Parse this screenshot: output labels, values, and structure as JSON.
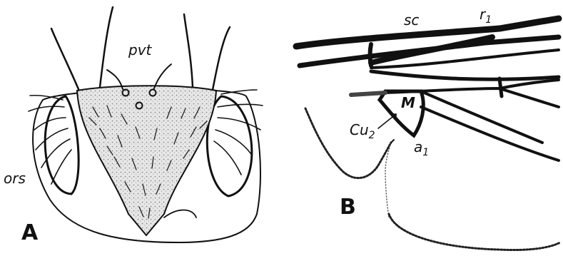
{
  "panels": {
    "A": {
      "panel_label": "A",
      "labels": {
        "pvt": "pvt",
        "ors": "ors"
      }
    },
    "B": {
      "panel_label": "B",
      "labels": {
        "sc": "sc",
        "r1_base": "r",
        "r1_sub": "1",
        "M": "M",
        "cu2_base": "Cu",
        "cu2_sub": "2",
        "a1_base": "a",
        "a1_sub": "1"
      }
    }
  },
  "colors": {
    "ink": "#111111",
    "paper": "#ffffff",
    "stipple": "#888888"
  }
}
